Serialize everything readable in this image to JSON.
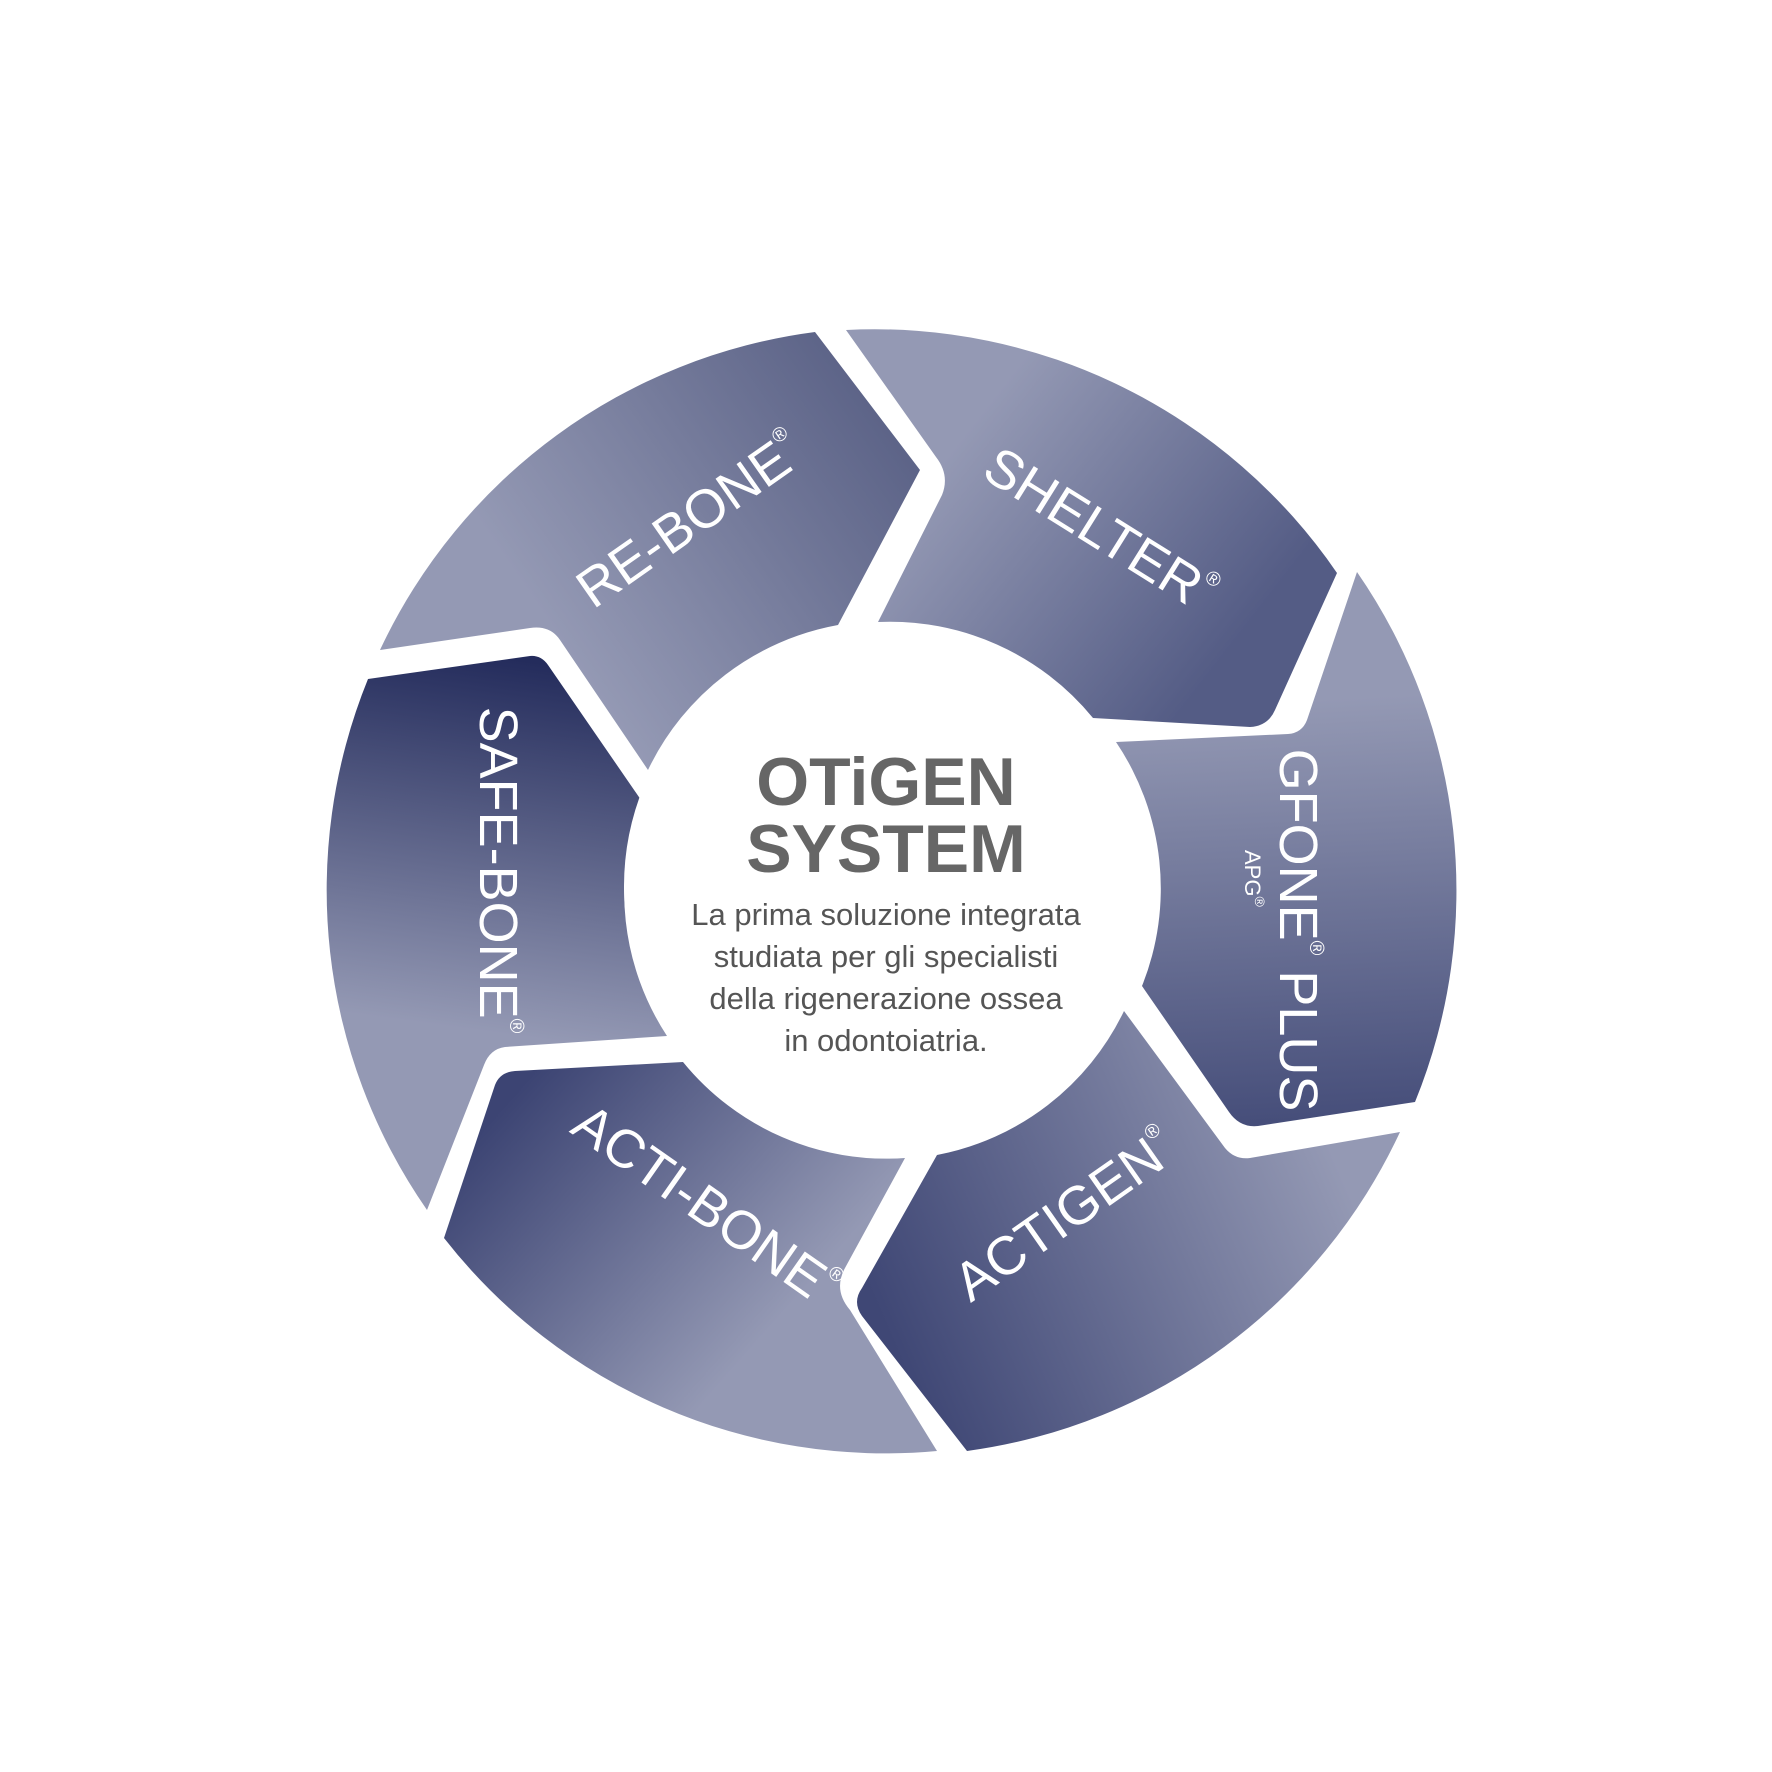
{
  "colors": {
    "background": "#ffffff",
    "segment_dark": "#252e5e",
    "segment_light": "#9499b4",
    "label_text": "#ffffff",
    "center_fill": "#ffffff",
    "title_text": "#666666",
    "description_text": "#555555"
  },
  "center": {
    "title_line1": "OTiGEN",
    "title_line2": "SYSTEM",
    "description": [
      "La prima soluzione integrata",
      "studiata per gli specialisti",
      "della rigenerazione ossea",
      "in odontoiatria."
    ]
  },
  "segments": [
    {
      "name": "re-bone",
      "label": "RE-BONE",
      "reg": "®",
      "sub": "",
      "sub_reg": ""
    },
    {
      "name": "shelter",
      "label": "SHELTER",
      "reg": "®",
      "sub": "",
      "sub_reg": ""
    },
    {
      "name": "gfone-plus",
      "label": "GFONE",
      "reg": "®",
      "label2": " PLUS",
      "sub": "APG",
      "sub_reg": "®"
    },
    {
      "name": "actigen",
      "label": "ACTIGEN",
      "reg": "®",
      "sub": "",
      "sub_reg": ""
    },
    {
      "name": "acti-bone",
      "label": "ACTI-BONE",
      "reg": "®",
      "sub": "",
      "sub_reg": ""
    },
    {
      "name": "safe-bone",
      "label": "SAFE-BONE",
      "reg": "®",
      "sub": "",
      "sub_reg": ""
    }
  ]
}
